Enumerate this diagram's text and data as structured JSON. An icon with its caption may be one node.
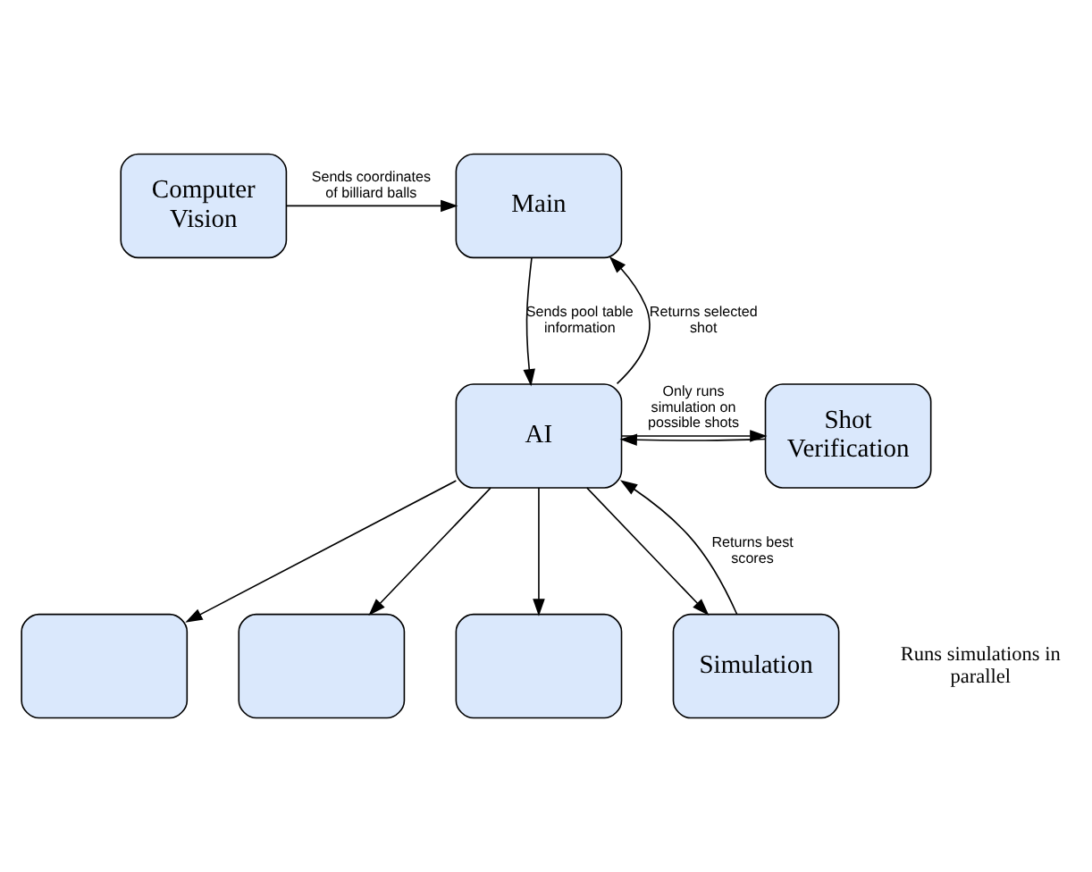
{
  "diagram": {
    "nodes": [
      {
        "text": [
          "Computer Vision"
        ]
      },
      {
        "text": [
          "Main"
        ]
      },
      {
        "text": [
          "AI"
        ]
      },
      {
        "text": [
          "Shot Verification"
        ]
      },
      {
        "text": [],
        "shape": "box"
      },
      {
        "text": [],
        "shape": "box"
      },
      {
        "text": [],
        "shape": "box"
      },
      {
        "text": [
          "Simulation"
        ]
      }
    ],
    "edges": [
      {
        "from": 0,
        "to": 1,
        "arrow": "to",
        "label": "Sends coordinates of billiard balls"
      },
      {
        "from": 2,
        "to": 1,
        "arrow": "to",
        "label": "Returns selected shot"
      },
      {
        "from": 1,
        "to": 2,
        "arrow": "to",
        "label": "Sends pool table information"
      },
      {
        "from": 2,
        "to": 3,
        "arrow": "to",
        "label": "Only runs simulation on possible shots"
      },
      {
        "from": 3,
        "to": 2,
        "arrow": "to"
      },
      {
        "from": 2,
        "to": 4,
        "arrow": "to"
      },
      {
        "from": 2,
        "to": 5,
        "arrow": "to"
      },
      {
        "from": 2,
        "to": 6,
        "arrow": "to"
      },
      {
        "from": 2,
        "to": 7,
        "arrow": "to"
      },
      {
        "from": 7,
        "to": 2,
        "arrow": "to",
        "label": "Returns best scores"
      }
    ],
    "labels": [
      "Runs simulations in parallel"
    ]
  }
}
